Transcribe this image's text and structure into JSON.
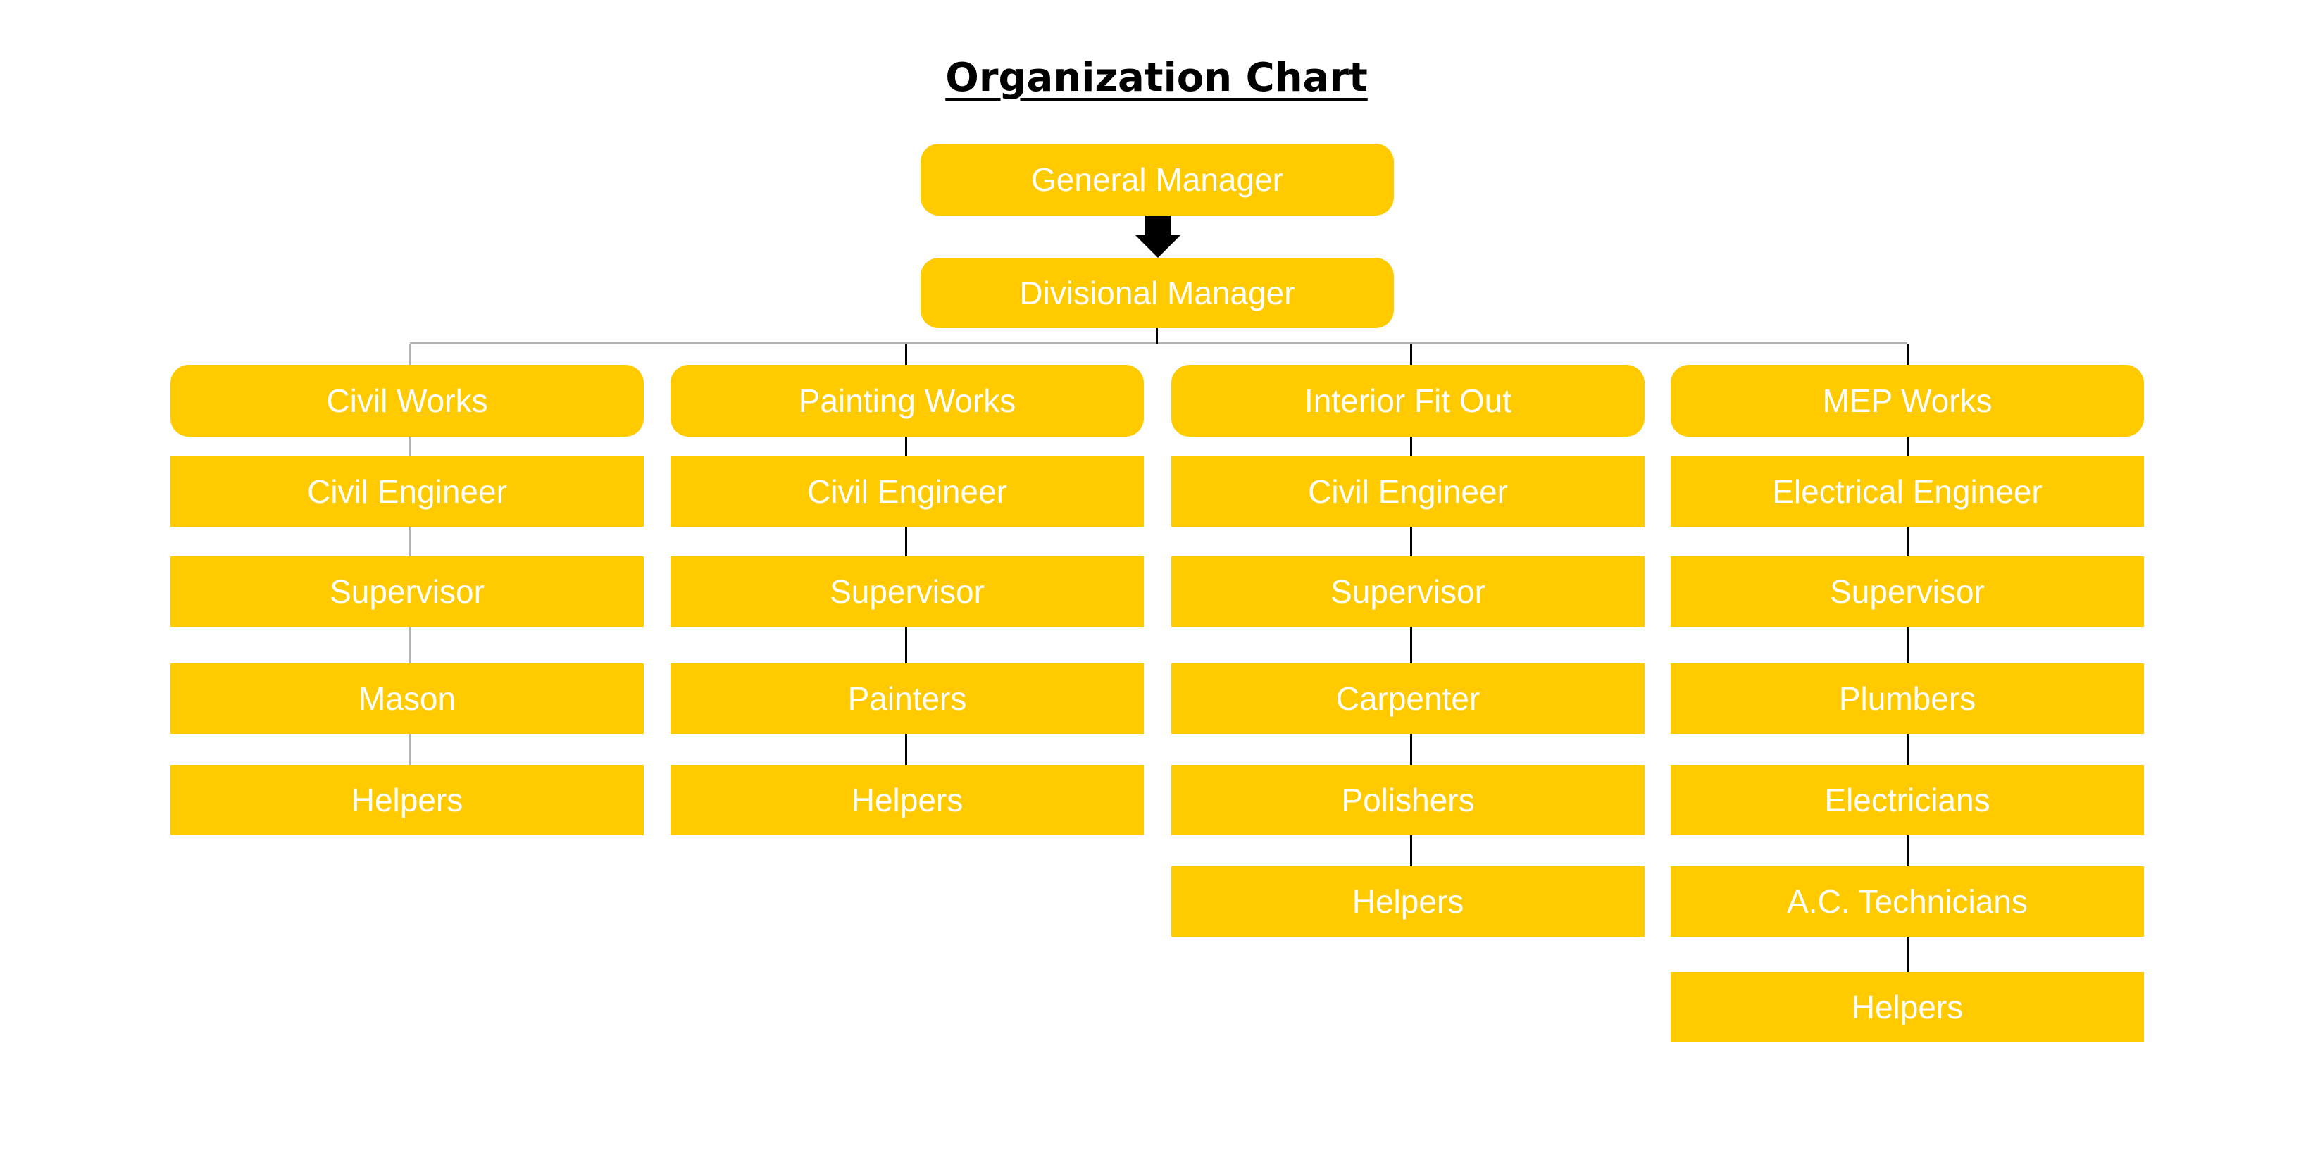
{
  "title": "Organization Chart",
  "colors": {
    "box_fill": "#FFCA00",
    "box_text": "#FFFFFF",
    "connector": "#000000",
    "bus": "#B3B3B3"
  },
  "top": {
    "general_manager": "General Manager",
    "divisional_manager": "Divisional Manager"
  },
  "columns": [
    {
      "header": "Civil Works",
      "roles": [
        "Civil Engineer",
        "Supervisor",
        "Mason",
        "Helpers"
      ]
    },
    {
      "header": "Painting Works",
      "roles": [
        "Civil Engineer",
        "Supervisor",
        "Painters",
        "Helpers"
      ]
    },
    {
      "header": "Interior Fit Out",
      "roles": [
        "Civil Engineer",
        "Supervisor",
        "Carpenter",
        "Polishers",
        "Helpers"
      ]
    },
    {
      "header": "MEP Works",
      "roles": [
        "Electrical Engineer",
        "Supervisor",
        "Plumbers",
        "Electricians",
        "A.C. Technicians",
        "Helpers"
      ]
    }
  ]
}
